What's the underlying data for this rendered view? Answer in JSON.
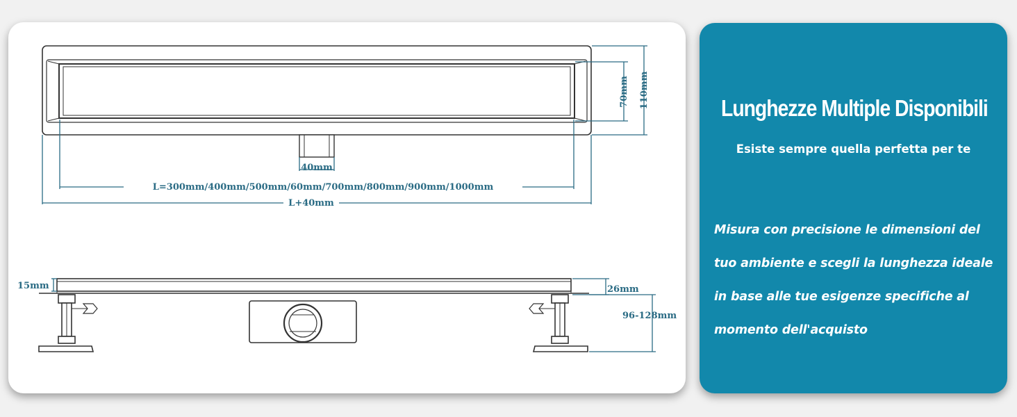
{
  "diagram": {
    "top_view": {
      "width_inner_label": "70mm",
      "width_outer_label": "110mm",
      "outlet_width_label": "40mm",
      "length_label": "L=300mm/400mm/500mm/60mm/700mm/800mm/900mm/1000mm",
      "total_length_label": "L+40mm"
    },
    "side_view": {
      "rim_height_label": "15mm",
      "body_height_label": "26mm",
      "total_height_label": "96-128mm"
    },
    "line_color": "#2a6b84",
    "drawing_color": "#333333"
  },
  "info_panel": {
    "title": "Lunghezze Multiple Disponibili",
    "subtitle": "Esiste sempre quella perfetta per te",
    "body_lines": [
      "Misura con precisione le dimensioni del",
      "tuo ambiente e scegli la lunghezza ideale",
      "in base alle tue esigenze specifiche al",
      "momento dell'acquisto"
    ],
    "background_color": "#1288ab"
  }
}
